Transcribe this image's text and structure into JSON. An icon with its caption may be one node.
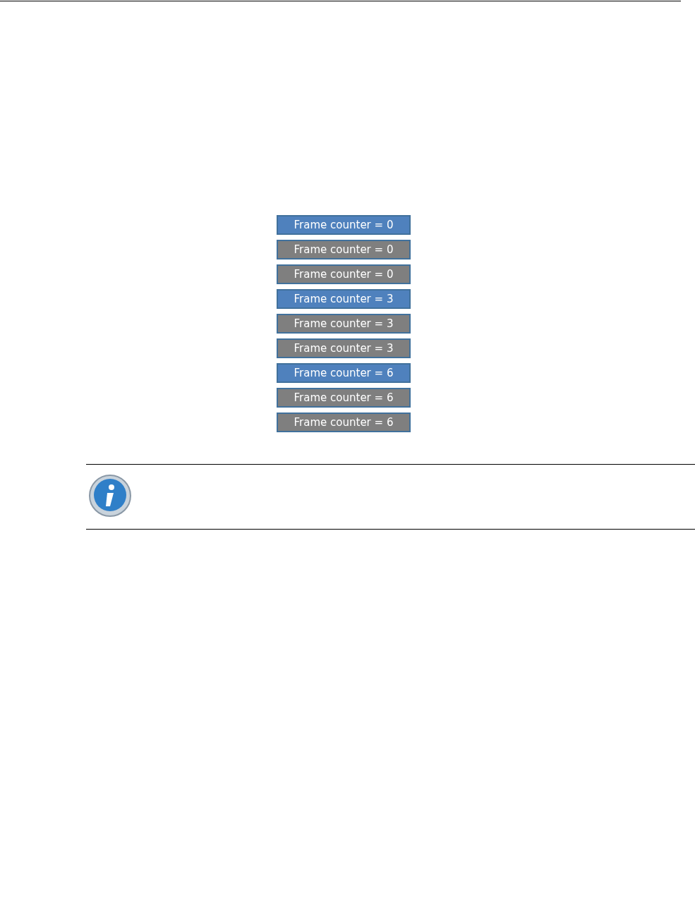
{
  "diagram": {
    "nodes": [
      {
        "text": [
          "Frame counter = 0"
        ]
      },
      {
        "text": [
          "Frame counter = 0"
        ]
      },
      {
        "text": [
          "Frame counter = 0"
        ]
      },
      {
        "text": [
          "Frame counter = 3"
        ]
      },
      {
        "text": [
          "Frame counter = 3"
        ]
      },
      {
        "text": [
          "Frame counter = 3"
        ]
      },
      {
        "text": [
          "Frame counter = 6"
        ]
      },
      {
        "text": [
          "Frame counter = 6"
        ]
      },
      {
        "text": [
          "Frame counter = 6"
        ]
      }
    ]
  }
}
